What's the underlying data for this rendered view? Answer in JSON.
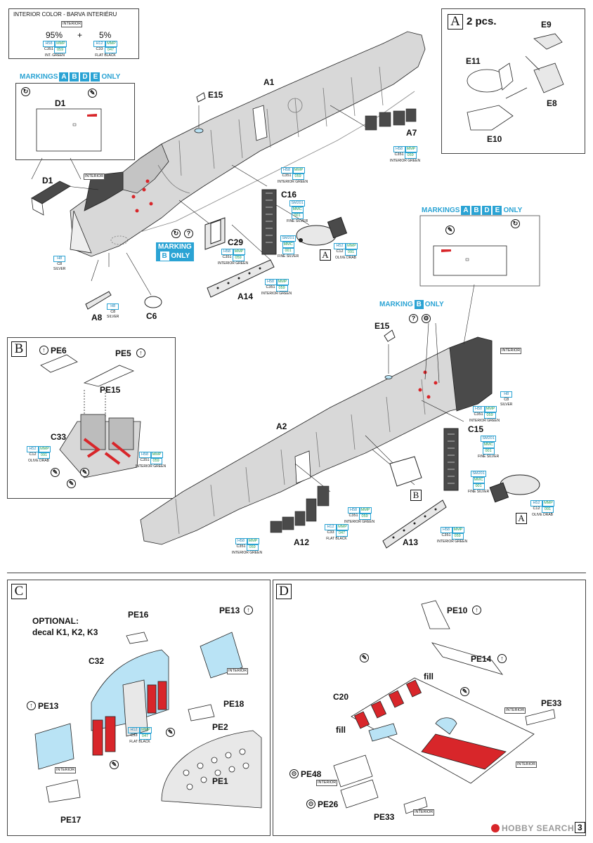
{
  "colors": {
    "accent": "#2aa3d4",
    "interior_green": "#d8d8d8",
    "silver": "#c8c8c8",
    "red": "#d8262a",
    "blue_tint": "#b9e3f5",
    "dark": "#4a4a4a",
    "green_tip": "#2a9a4a"
  },
  "interior_box": {
    "title": "INTERIOR COLOR - BARVA INTERIÉRU",
    "tag": "INTERIOR",
    "left_pct": "95%",
    "plus": "+",
    "right_pct": "5%",
    "left": {
      "h": "H58",
      "m": "MMP",
      "c": "C351",
      "n": "059",
      "name": "INT. GREEN"
    },
    "right": {
      "h": "H12",
      "m": "MMP",
      "c": "C33",
      "n": "047",
      "name": "FLAT BLACK"
    }
  },
  "markings": {
    "word": "MARKINGS",
    "letters": [
      "A",
      "B",
      "D",
      "E"
    ],
    "only": "ONLY"
  },
  "marking_b": {
    "word": "MARKING",
    "letter": "B",
    "only": "ONLY"
  },
  "section_letters": {
    "a": "A",
    "b": "B",
    "c": "C",
    "d": "D"
  },
  "a_box": {
    "pcs": "2 pcs.",
    "parts": [
      "E9",
      "E11",
      "E8",
      "E10"
    ]
  },
  "parts_top": {
    "A1": "A1",
    "E15": "E15",
    "A7": "A7",
    "D1a": "D1",
    "D1b": "D1",
    "C16": "C16",
    "C29": "C29",
    "A14": "A14",
    "A8": "A8",
    "C6": "C6"
  },
  "parts_mid": {
    "E15": "E15",
    "A2": "A2",
    "C15": "C15",
    "A12": "A12",
    "A13": "A13",
    "B": "B",
    "A": "A"
  },
  "parts_b": {
    "PE6": "PE6",
    "PE5": "PE5",
    "PE15": "PE15",
    "C33": "C33"
  },
  "section_c": {
    "optional": "OPTIONAL:",
    "decals": "decal K1, K2, K3",
    "PE16": "PE16",
    "PE13a": "PE13",
    "PE13b": "PE13",
    "C32": "C32",
    "PE18": "PE18",
    "PE2": "PE2",
    "PE1": "PE1",
    "PE17": "PE17"
  },
  "section_d": {
    "PE10": "PE10",
    "PE14": "PE14",
    "fill1": "fill",
    "fill2": "fill",
    "C20": "C20",
    "PE33a": "PE33",
    "PE33b": "PE33",
    "PE48": "PE48",
    "PE26": "PE26"
  },
  "tags": {
    "interior": "INTERIOR"
  },
  "color_callouts": {
    "ig": {
      "h": "H58",
      "m": "MMP",
      "c": "C351",
      "n": "059",
      "name": "INTERIOR GREEN"
    },
    "silver": {
      "h": "H8",
      "c": "C8",
      "name": "SILVER"
    },
    "fine_silver": {
      "h": "SM201",
      "m": "MMC",
      "n": "001",
      "name": "FINE SILVER"
    },
    "olive": {
      "h": "H52",
      "m": "MMP",
      "c": "C12",
      "n": "091",
      "name": "OLIVE DRAB"
    },
    "flat_black": {
      "h": "H12",
      "m": "MMP",
      "c": "C33",
      "n": "047",
      "name": "FLAT BLACK"
    }
  },
  "footer": {
    "brand": "HOBBY SEARCH",
    "page": "3"
  }
}
